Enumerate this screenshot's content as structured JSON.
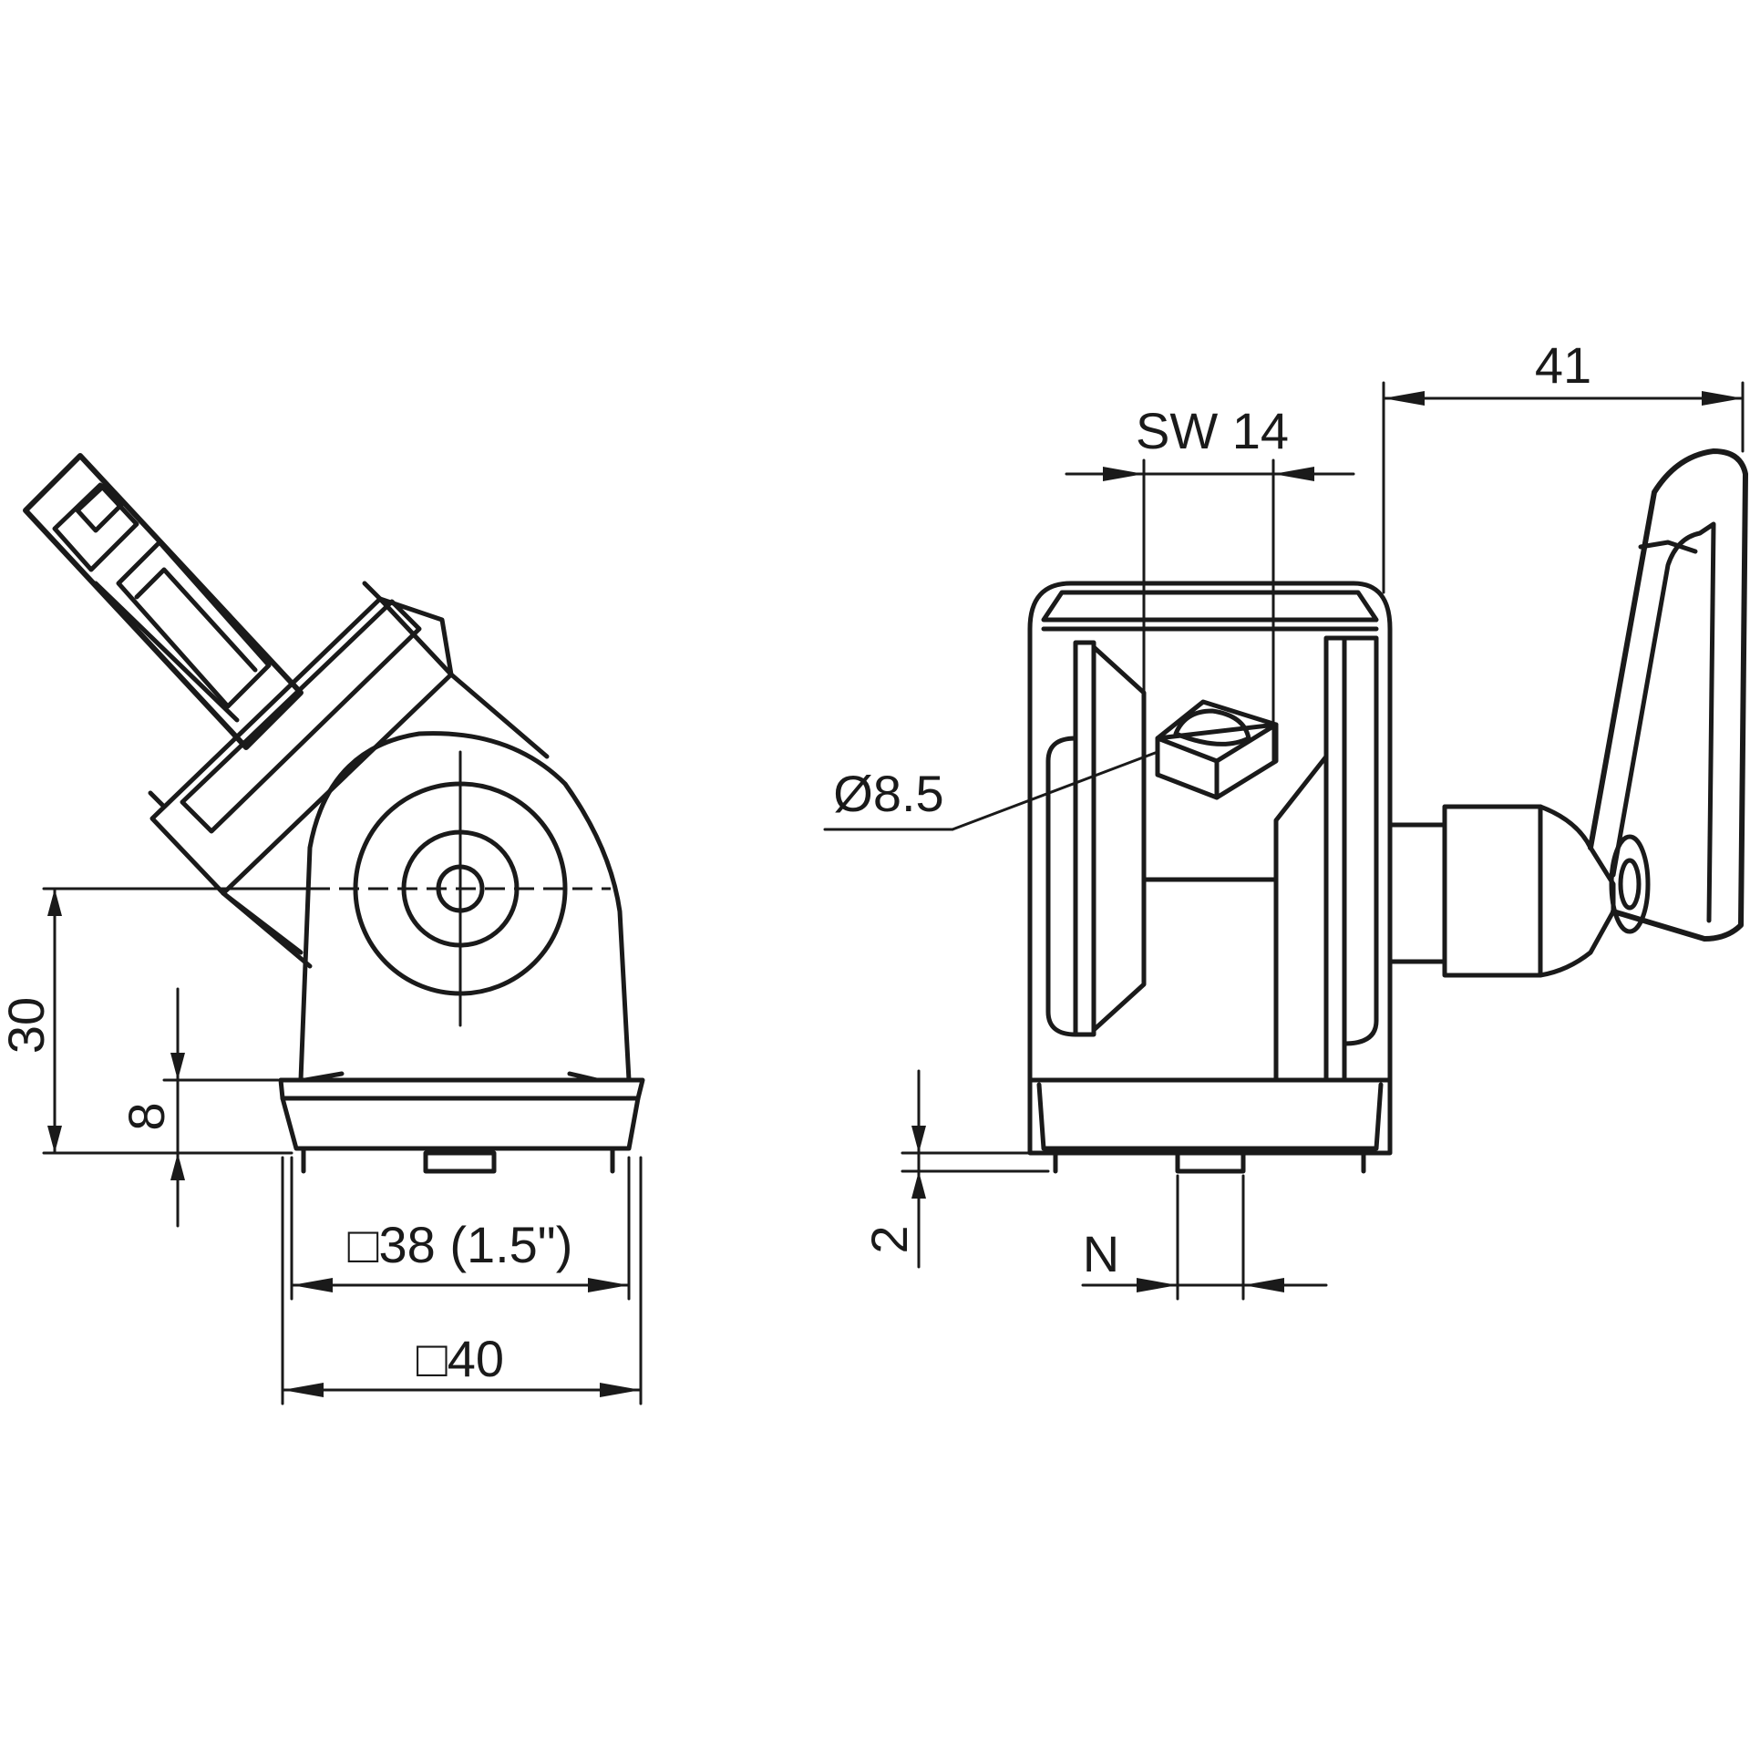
{
  "drawing": {
    "left_view": {
      "dim_height": "30",
      "dim_base": "8",
      "dim_inner": "□38 (1.5\")",
      "dim_outer": "□40"
    },
    "right_view": {
      "dim_wrench": "SW 14",
      "dim_lever": "41",
      "dim_hole": "Ø8.5",
      "dim_gap": "2",
      "dim_n": "N"
    }
  }
}
